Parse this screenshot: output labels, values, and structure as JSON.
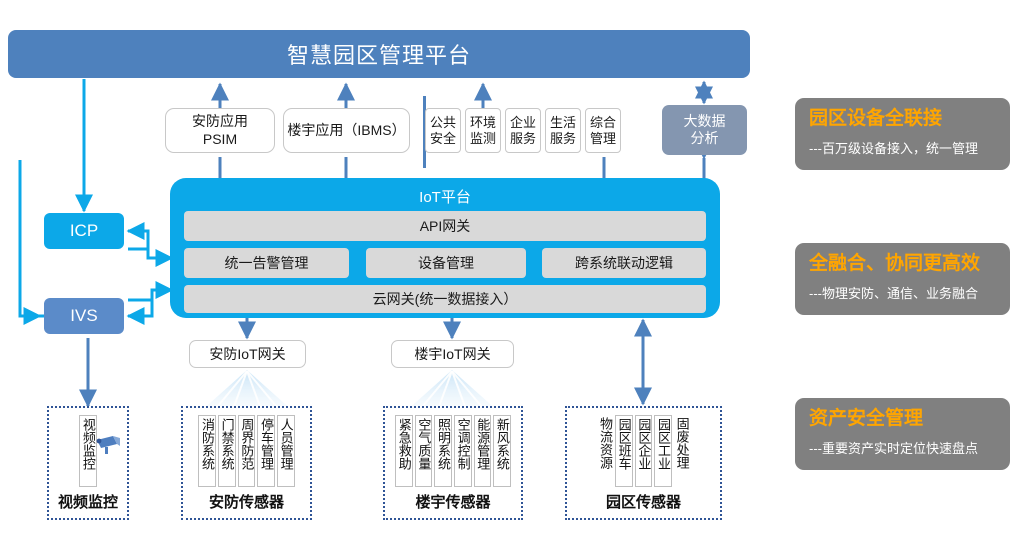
{
  "platform": {
    "title": "智慧园区管理平台"
  },
  "applications": {
    "psim": "安防应用\nPSIM",
    "psim_line1": "安防应用",
    "psim_line2": "PSIM",
    "ibms": "楼宇应用（IBMS）",
    "narrow": [
      {
        "name": "public-security",
        "label": "公共安全"
      },
      {
        "name": "environment-monitoring",
        "label": "环境监测"
      },
      {
        "name": "enterprise-service",
        "label": "企业服务"
      },
      {
        "name": "life-service",
        "label": "生活服务"
      },
      {
        "name": "comprehensive-management",
        "label": "综合管理"
      }
    ],
    "bigdata_line1": "大数据",
    "bigdata_line2": "分析"
  },
  "left_systems": {
    "icp": "ICP",
    "ivs": "IVS"
  },
  "iot_platform": {
    "title": "IoT平台",
    "api_gateway": "API网关",
    "modules": [
      {
        "name": "unified-alarm-management",
        "label": "统一告警管理"
      },
      {
        "name": "device-management",
        "label": "设备管理"
      },
      {
        "name": "cross-system-linkage-logic",
        "label": "跨系统联动逻辑"
      }
    ],
    "cloud_gateway": "云网关(统一数据接入）"
  },
  "gateways": {
    "security": "安防IoT网关",
    "building": "楼宇IoT网关"
  },
  "sensor_groups": [
    {
      "name": "video-surveillance",
      "label": "视频监控",
      "items": [
        "视频监控"
      ]
    },
    {
      "name": "security-sensors",
      "label": "安防传感器",
      "items": [
        "消防系统",
        "门禁系统",
        "周界防范",
        "停车管理",
        "人员管理"
      ]
    },
    {
      "name": "building-sensors",
      "label": "楼宇传感器",
      "items": [
        "紧急救助",
        "空气质量",
        "照明系统",
        "空调控制",
        "能源管理",
        "新风系统"
      ]
    },
    {
      "name": "park-sensors",
      "label": "园区传感器",
      "items": [
        "物流资源",
        "园区班车",
        "园区企业",
        "园区工业",
        "固废处理"
      ]
    }
  ],
  "benefit_panels": [
    {
      "name": "full-device-connection",
      "title": "园区设备全联接",
      "subtitle": "---百万级设备接入，统一管理"
    },
    {
      "name": "full-convergence",
      "title": "全融合、协同更高效",
      "subtitle": "---物理安防、通信、业务融合"
    },
    {
      "name": "asset-security-management",
      "title": "资产安全管理",
      "subtitle": "---重要资产实时定位快速盘点"
    }
  ],
  "colors": {
    "platform_blue": "#4E81BD",
    "iot_cyan": "#0CA8E8",
    "ivs_blue": "#5B8BC9",
    "bigdata_gray": "#8496B0",
    "panel_gray": "#808080",
    "panel_title_orange": "#FFA500",
    "module_gray": "#D9D9D9",
    "group_border": "#2F5496"
  }
}
